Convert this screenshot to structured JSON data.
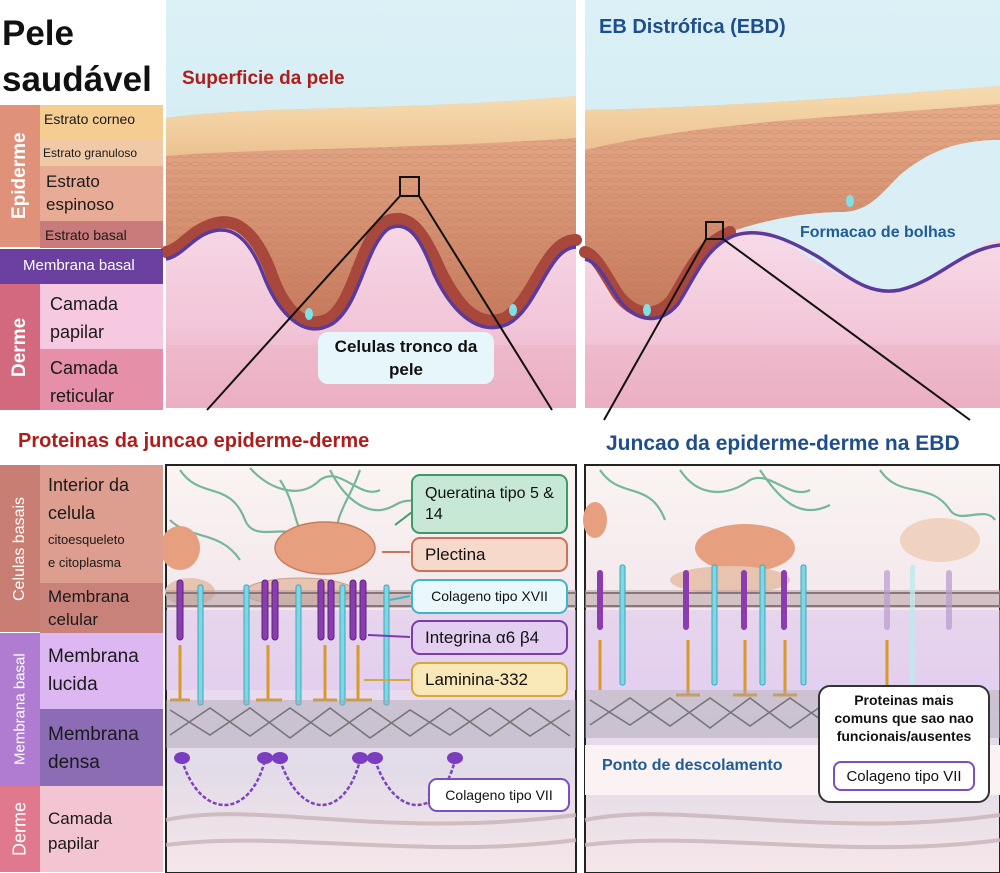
{
  "page": {
    "title_line1": "Pele",
    "title_line2": "saudável"
  },
  "healthy": {
    "heading": "Superficie da pele",
    "stem_cells_label": "Celulas tronco da pele"
  },
  "ebd": {
    "heading": "EB Distrófica (EBD)",
    "blister_label": "Formacao de bolhas"
  },
  "left_legend_top": {
    "epiderme_group": "Epiderme",
    "derme_group": "Derme",
    "layers": [
      {
        "name": "Estrato corneo",
        "color": "#f3c98d"
      },
      {
        "name": "Estrato granuloso",
        "color": "#f0c5a0"
      },
      {
        "name": "Estrato espinoso",
        "color": "#e9ab96"
      },
      {
        "name": "Estrato basal",
        "color": "#c97b7b"
      },
      {
        "name": "Membrana basal",
        "color": "#6a3fa0"
      },
      {
        "name": "Camada papilar",
        "color": "#f5c4de"
      },
      {
        "name": "Camada reticular",
        "color": "#e68fa8"
      }
    ]
  },
  "bottom_left": {
    "heading": "Proteinas da juncao epiderme-derme",
    "groups": {
      "basal_cells": "Celulas basais",
      "basal_membrane": "Membrana basal",
      "derme": "Derme"
    },
    "layers": {
      "interior_line1": "Interior da",
      "interior_line2": "celula",
      "interior_sub1": "citoesqueleto",
      "interior_sub2": "e citoplasma",
      "membrana_celular": "Membrana celular",
      "membrana_lucida": "Membrana lucida",
      "membrana_densa": "Membrana densa",
      "camada_papilar": "Camada papilar"
    },
    "callouts": [
      {
        "label": "Queratina tipo 5 & 14",
        "border": "#3f9a6b",
        "fill": "#c8e8d6"
      },
      {
        "label": "Plectina",
        "border": "#c8735a",
        "fill": "#f7d9cc"
      },
      {
        "label": "Colageno tipo XVII",
        "border": "#3fb6c6",
        "fill": "#eaf8fb"
      },
      {
        "label": "Integrina α6 β4",
        "border": "#7b3ea8",
        "fill": "#e3cdf0"
      },
      {
        "label": "Laminina-332",
        "border": "#d6a83a",
        "fill": "#f8e8b8"
      },
      {
        "label": "Colageno tipo VII",
        "border": "#7b4fc0",
        "fill": "#ffffff"
      }
    ]
  },
  "bottom_right": {
    "heading": "Juncao da epiderme-derme na EBD",
    "detachment_label": "Ponto de descolamento",
    "box_title": "Proteinas mais comuns que sao nao funcionais/ausentes",
    "box_item": "Colageno tipo VII"
  }
}
